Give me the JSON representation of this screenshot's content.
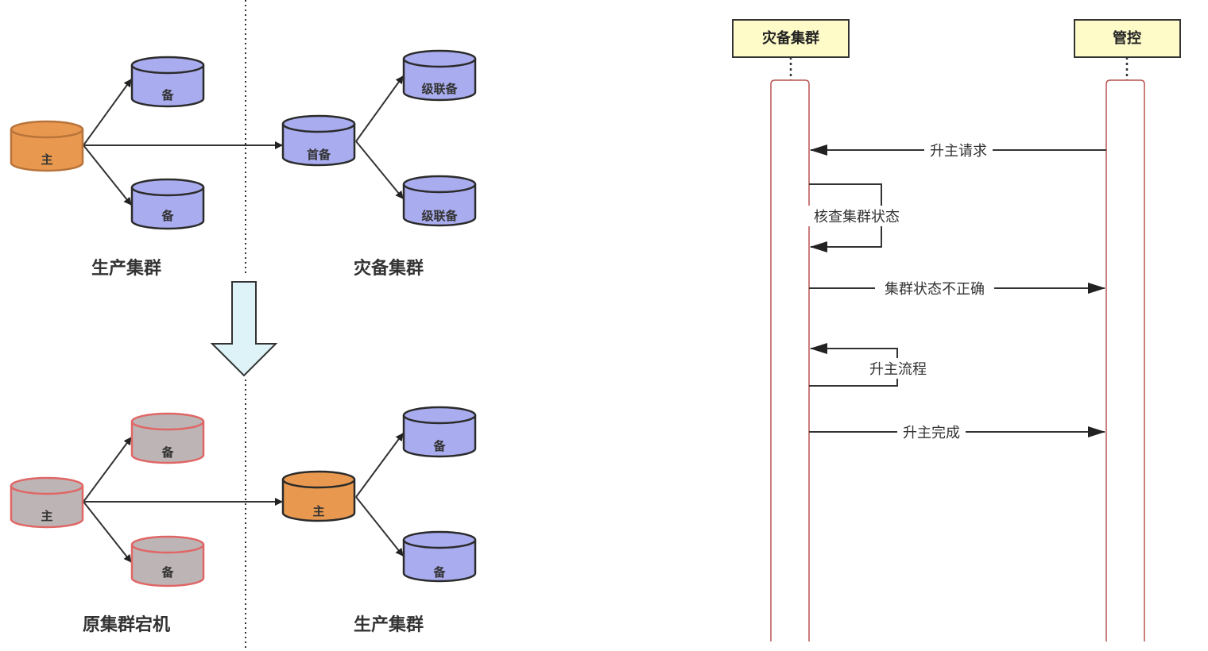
{
  "colors": {
    "primary_fill": "#E8994F",
    "primary_stroke": "#B8733A",
    "replica_fill": "#A9ACEE",
    "replica_stroke": "#2B2B2B",
    "down_fill": "#BDB5B5",
    "down_stroke": "#E06666",
    "arrow_fill": "#DDF3F7",
    "actor_fill": "#FEFBC9",
    "lifeline_stroke": "#B85450"
  },
  "top_topology": {
    "primary_label": "主",
    "replica_label": "备",
    "first_standby_label": "首备",
    "cascade_label": "级联备",
    "left_cluster_label": "生产集群",
    "right_cluster_label": "灾备集群"
  },
  "bottom_topology": {
    "primary_label": "主",
    "replica_label": "备",
    "new_primary_label": "主",
    "new_replica_label": "备",
    "left_cluster_label": "原集群宕机",
    "right_cluster_label": "生产集群"
  },
  "sequence": {
    "actor_left": "灾备集群",
    "actor_right": "管控",
    "messages": [
      "升主请求",
      "核查集群状态",
      "集群状态不正确",
      "升主流程",
      "升主完成"
    ]
  }
}
